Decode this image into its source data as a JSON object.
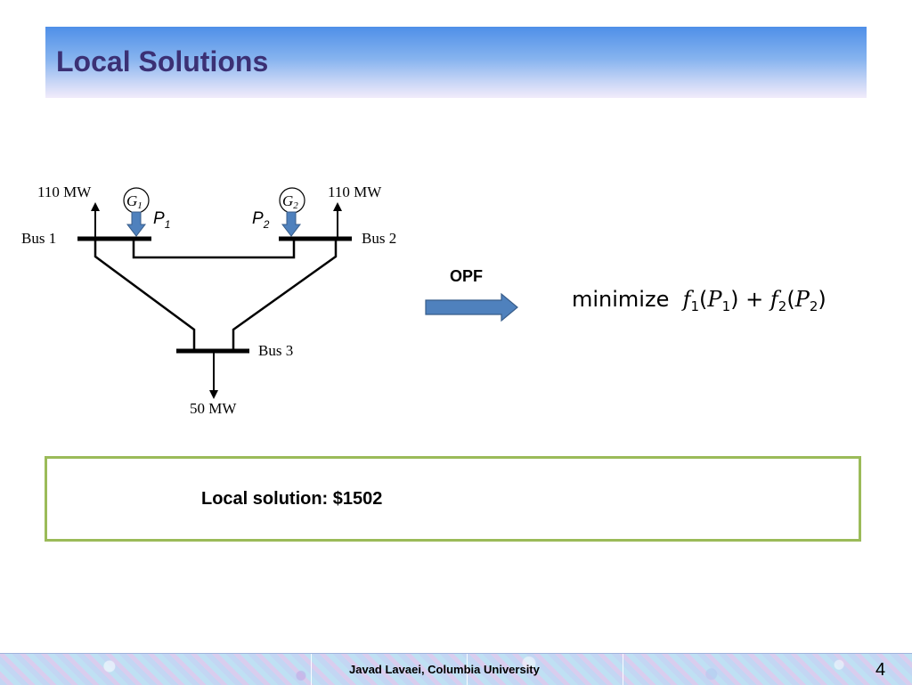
{
  "slide": {
    "title": "Local Solutions"
  },
  "diagram": {
    "buses": [
      "Bus 1",
      "Bus 2",
      "Bus 3"
    ],
    "loads": {
      "bus1": "110 MW",
      "bus2": "110 MW",
      "bus3": "50 MW"
    },
    "generators": [
      {
        "symbol": "G",
        "index": "1",
        "power_symbol": "P",
        "power_index": "1"
      },
      {
        "symbol": "G",
        "index": "2",
        "power_symbol": "P",
        "power_index": "2"
      }
    ]
  },
  "opf": {
    "label": "OPF",
    "objective": {
      "word": "minimize",
      "f": "f",
      "i1": "1",
      "p": "P",
      "plus": "+",
      "i2": "2",
      "open": "(",
      "close": ")"
    }
  },
  "result": {
    "text": "Local solution: $1502"
  },
  "footer": {
    "author": "Javad Lavaei, Columbia University",
    "page": "4"
  },
  "colors": {
    "title_text": "#3b3074",
    "arrow_fill": "#4f81bd",
    "arrow_border": "#385d8a",
    "box_border": "#9bbb59"
  }
}
